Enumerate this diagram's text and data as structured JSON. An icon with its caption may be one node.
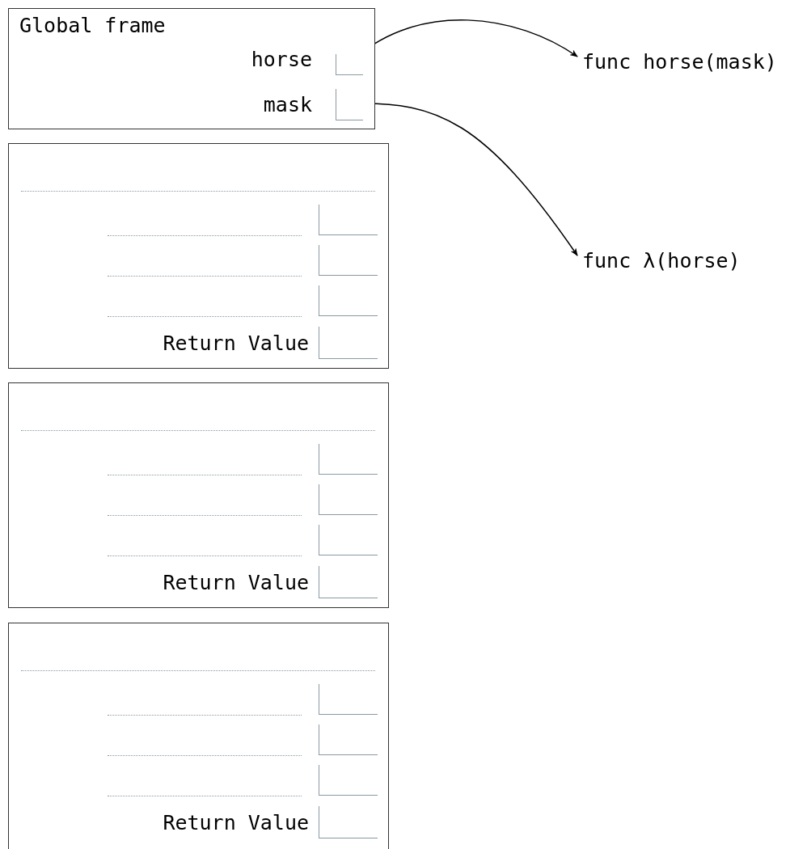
{
  "diagram": {
    "nodes": [
      {
        "text": [
          "Global frame"
        ]
      },
      {
        "text": [],
        "shape": "box",
        "in": 0,
        "beside": [
          "horse"
        ]
      },
      {
        "text": [],
        "shape": "box",
        "in": 0,
        "beside": [
          "mask"
        ]
      },
      {
        "text": [
          "func horse(mask)"
        ]
      },
      {
        "text": [
          "func λ(horse)"
        ]
      },
      {
        "text": [],
        "shape": "box"
      },
      {
        "text": [],
        "shape": "box",
        "in": 5
      },
      {
        "text": [],
        "shape": "box",
        "in": 5
      },
      {
        "text": [],
        "shape": "box",
        "in": 5
      },
      {
        "text": [],
        "shape": "box",
        "in": 5,
        "beside": [
          "Return Value"
        ]
      },
      {
        "text": [],
        "shape": "box"
      },
      {
        "text": [],
        "shape": "box",
        "in": 10
      },
      {
        "text": [],
        "shape": "box",
        "in": 10
      },
      {
        "text": [],
        "shape": "box",
        "in": 10
      },
      {
        "text": [],
        "shape": "box",
        "in": 10,
        "beside": [
          "Return Value"
        ]
      },
      {
        "text": [],
        "shape": "box"
      },
      {
        "text": [],
        "shape": "box",
        "in": 15
      },
      {
        "text": [],
        "shape": "box",
        "in": 15
      },
      {
        "text": [],
        "shape": "box",
        "in": 15
      },
      {
        "text": [],
        "shape": "box",
        "in": 15,
        "beside": [
          "Return Value"
        ]
      }
    ],
    "edges": [
      {
        "from": 1,
        "to": 3,
        "arrow": "to"
      },
      {
        "from": 2,
        "to": 4,
        "arrow": "to"
      }
    ]
  }
}
